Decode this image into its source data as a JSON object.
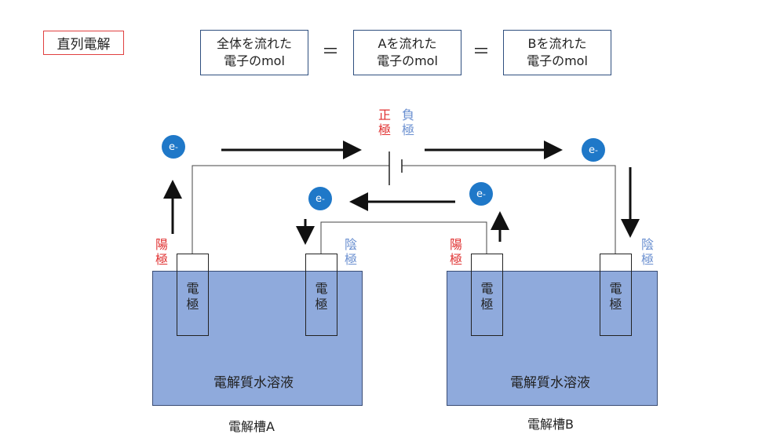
{
  "title": "直列電解",
  "equation": {
    "total": [
      "全体を流れた",
      "電子のmol"
    ],
    "a": [
      "Aを流れた",
      "電子のmol"
    ],
    "b": [
      "Bを流れた",
      "電子のmol"
    ],
    "equals": "＝"
  },
  "battery": {
    "positive": [
      "正",
      "極"
    ],
    "negative": [
      "負",
      "極"
    ]
  },
  "electron": {
    "symbol": "e",
    "charge": "-"
  },
  "electrode_label": [
    "電",
    "極"
  ],
  "anode_label": [
    "陽",
    "極"
  ],
  "cathode_label": [
    "陰",
    "極"
  ],
  "cell_a": {
    "solution": "電解質水溶液",
    "name": "電解槽A"
  },
  "cell_b": {
    "solution": "電解質水溶液",
    "name": "電解槽B"
  },
  "colors": {
    "positive": "#e03030",
    "negative": "#6a8fd0",
    "electron": "#1f78c8",
    "tank": "#8faadc",
    "title_border": "#e04040"
  }
}
